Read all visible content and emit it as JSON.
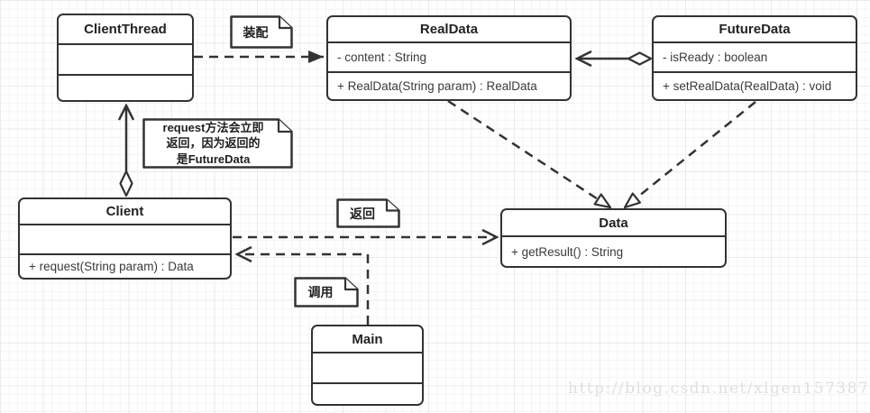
{
  "diagram": {
    "classes": {
      "clientThread": {
        "title": "ClientThread"
      },
      "realData": {
        "title": "RealData",
        "attribute": "- content : String",
        "method": "+ RealData(String param) : RealData"
      },
      "futureData": {
        "title": "FutureData",
        "attribute": "- isReady : boolean",
        "method": "+ setRealData(RealData) : void"
      },
      "client": {
        "title": "Client",
        "method": "+ request(String param) : Data"
      },
      "data": {
        "title": "Data",
        "method": "+ getResult() : String"
      },
      "main": {
        "title": "Main"
      }
    },
    "notes": {
      "assemble": {
        "text": "装配"
      },
      "return": {
        "text": "返回"
      },
      "call": {
        "text": "调用"
      },
      "request": {
        "lines": [
          "request方法会立即",
          "返回，因为返回的",
          "是FutureData"
        ]
      }
    },
    "relations": [
      {
        "from": "ClientThread",
        "to": "RealData",
        "type": "dashed dependency, filled arrow",
        "note": "装配"
      },
      {
        "from": "FutureData",
        "to": "RealData",
        "type": "aggregation (hollow diamond at FutureData), open arrow at RealData"
      },
      {
        "from": "Client",
        "to": "ClientThread",
        "type": "aggregation (hollow diamond at Client), open arrow at ClientThread"
      },
      {
        "from": "RealData",
        "to": "Data",
        "type": "dashed realization, hollow triangle"
      },
      {
        "from": "FutureData",
        "to": "Data",
        "type": "dashed realization, hollow triangle"
      },
      {
        "from": "Client",
        "to": "Data",
        "type": "dashed dependency, open arrow",
        "note": "返回"
      },
      {
        "from": "Main",
        "to": "Client",
        "type": "dashed dependency, open arrow",
        "note": "调用"
      }
    ]
  },
  "watermark": "http://blog.csdn.net/xlgen157387",
  "colors": {
    "stroke": "#333333",
    "background": "#ffffff",
    "grid": "#e7ebee",
    "watermark": "#e0e0e0"
  }
}
